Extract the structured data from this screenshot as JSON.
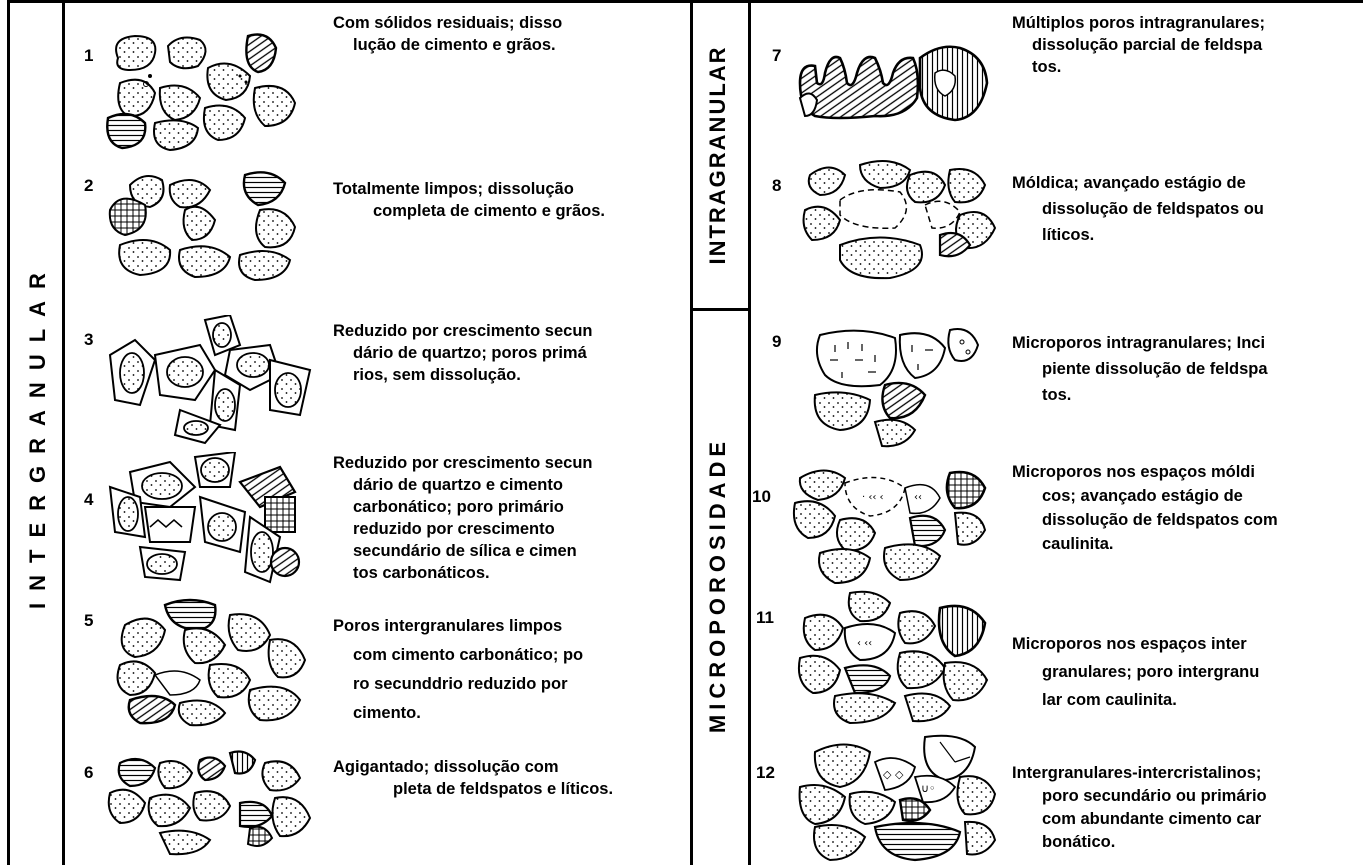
{
  "labels": {
    "intergranular": "INTERGRANULAR",
    "intragranular": "INTRAGRANULAR",
    "microporosidade": "MICROPOROSIDADE"
  },
  "items": [
    {
      "num": "1",
      "lines": [
        "Com sólidos residuais; disso",
        "lução de cimento e grãos."
      ]
    },
    {
      "num": "2",
      "lines": [
        "Totalmente limpos; dissolução",
        "completa de cimento e grãos."
      ]
    },
    {
      "num": "3",
      "lines": [
        "Reduzido por crescimento secun",
        "dário de quartzo; poros primá",
        "rios, sem dissolução."
      ]
    },
    {
      "num": "4",
      "lines": [
        "Reduzido por crescimento secun",
        "dário de quartzo e cimento",
        "carbonático; poro primário",
        "reduzido por crescimento",
        "secundário de sílica e cimen",
        "tos carbonáticos."
      ]
    },
    {
      "num": "5",
      "lines": [
        "Poros intergranulares limpos",
        "com cimento carbonático; po",
        "ro secunddrio reduzido por",
        "cimento."
      ]
    },
    {
      "num": "6",
      "lines": [
        "Agigantado; dissolução com",
        "pleta de feldspatos e líticos."
      ]
    },
    {
      "num": "7",
      "lines": [
        "Múltiplos poros intragranulares;",
        "dissolução parcial de feldspa",
        "tos."
      ]
    },
    {
      "num": "8",
      "lines": [
        "Móldica; avançado estágio de",
        "dissolução de feldspatos ou",
        "líticos."
      ]
    },
    {
      "num": "9",
      "lines": [
        "Microporos intragranulares; Inci",
        "piente dissolução de feldspa",
        "tos."
      ]
    },
    {
      "num": "10",
      "lines": [
        "Microporos nos espaços móldi",
        "cos; avançado estágio de",
        "dissolução de feldspatos com",
        "caulinita."
      ]
    },
    {
      "num": "11",
      "lines": [
        "Microporos nos espaços inter",
        "granulares; poro intergranu",
        "lar com caulinita."
      ]
    },
    {
      "num": "12",
      "lines": [
        "Intergranulares-intercristalinos;",
        "poro secundário ou primário",
        "com abundante cimento car",
        "bonático."
      ]
    }
  ]
}
